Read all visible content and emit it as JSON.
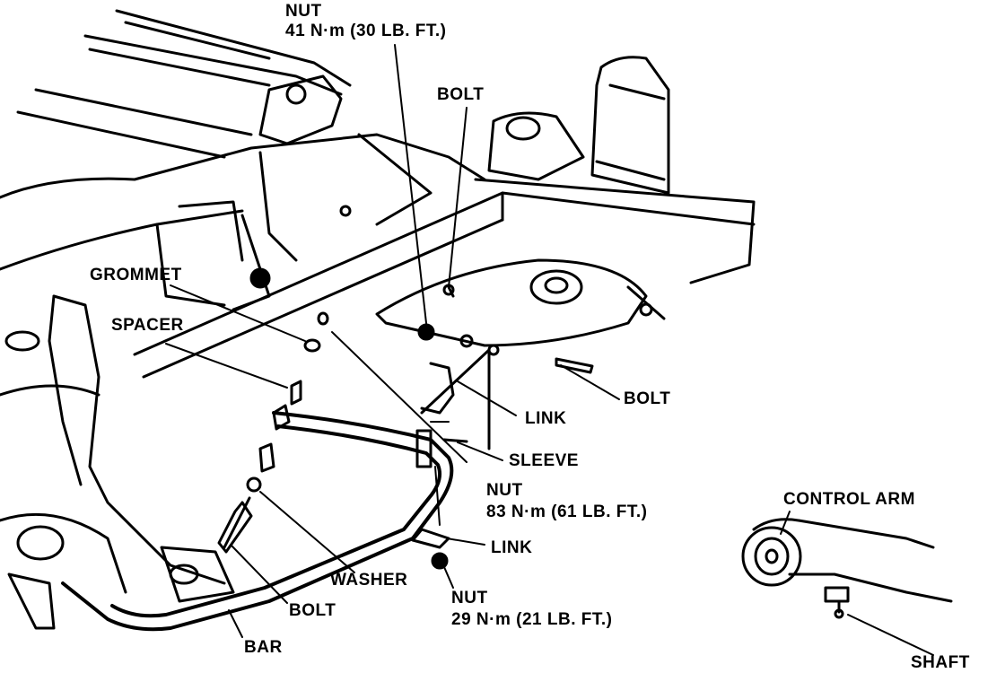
{
  "labels": {
    "nut_top": "NUT",
    "nut_top_torque": "41 N·m (30 LB. FT.)",
    "bolt_top": "BOLT",
    "grommet": "GROMMET",
    "spacer": "SPACER",
    "bolt_right": "BOLT",
    "link_upper": "LINK",
    "sleeve": "SLEEVE",
    "nut_mid": "NUT",
    "nut_mid_torque": "83 N·m (61 LB. FT.)",
    "link_lower": "LINK",
    "washer": "WASHER",
    "nut_bottom": "NUT",
    "nut_bottom_torque": "29 N·m (21 LB. FT.)",
    "bolt_bottom": "BOLT",
    "bar": "BAR",
    "control_arm": "CONTROL ARM",
    "shaft": "SHAFT"
  }
}
